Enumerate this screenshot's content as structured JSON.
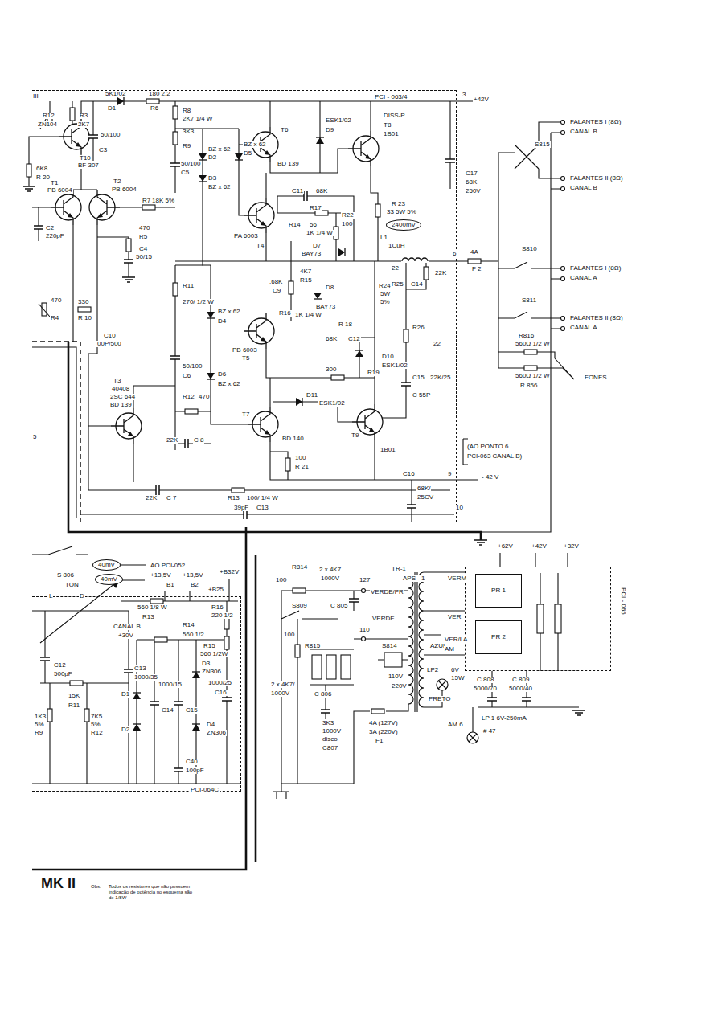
{
  "diagram": {
    "nodes": [
      {
        "text": [
          "PCI - 063/4"
        ]
      },
      {
        "text": [
          "2400mV"
        ],
        "in": 0
      },
      {
        "text": [
          "40mV"
        ]
      },
      {
        "text": [
          "40mV"
        ]
      },
      {
        "text": [
          "PCI-064C"
        ]
      },
      {
        "text": [
          "PCI - 065"
        ]
      },
      {
        "text": [
          "PR 1"
        ],
        "in": 5
      },
      {
        "text": [
          "PR 2"
        ],
        "in": 5
      }
    ],
    "labels": [
      "III",
      "5K1/02",
      "D1",
      "180 2,2",
      "R6",
      "R12",
      "ZN104",
      "R3",
      "2K7",
      "50/100",
      "C3",
      "T10",
      "BF 307",
      "6K8",
      "R 20",
      "T1",
      "PB 6004",
      "T2",
      "PB 6004",
      "C2",
      "220pF",
      "R7",
      "18K 5%",
      "470",
      "R5",
      "C4",
      "50/15",
      "R8",
      "2K7 1/4 W",
      "3K3",
      "R9",
      "BZ x 62",
      "D2",
      "BZ x 62",
      "D5",
      "50/100",
      "C5",
      "D3",
      "BZ x 62",
      "T6",
      "BD 139",
      "ESK1/02",
      "D9",
      "DISS-P",
      "T8",
      "1B01",
      "3",
      "+42V",
      "C11",
      "68K",
      "R17",
      "R 23",
      "33 5W 5%",
      "L1",
      "1CuH",
      "C17",
      "68K",
      "250V",
      "R14",
      "56",
      "1K 1/4 W",
      "R22",
      "100",
      "D7",
      "BAY73",
      "PA 6003",
      "T4",
      "22",
      "R25",
      "C14",
      "22K",
      "4A",
      "F 2",
      "6",
      "4K7",
      "R15",
      ".68K",
      "C9",
      "D8",
      "BAY73",
      "R16",
      "1K 1/4 W",
      "R 18",
      "68K",
      "C12",
      "R24",
      "5W",
      "5%",
      "R26",
      "22",
      "C15",
      "22K/25",
      "C 55P",
      "D10",
      "R11",
      "270/ 1/2 W",
      "BZ x 62",
      "D4",
      "C10",
      "00P/500",
      "PB 6003",
      "T5",
      "50/100",
      "C6",
      "T3",
      "40408",
      "2SC 644",
      "BD 139",
      "R12",
      "470",
      "BZ x 62",
      "D6",
      "300",
      "R19",
      "D11",
      "ESK1/02",
      "ESK1/02",
      "T7",
      "BD 140",
      "T9",
      "1B01",
      "22K",
      "C 8",
      "100",
      "R 21",
      "22K",
      "C 7",
      "R13",
      "100/ 1/4 W",
      "C16",
      "9",
      "- 42 V",
      "39pF",
      "C13",
      "68K/",
      "25CV",
      "10",
      "470",
      "R4",
      "330",
      "R 10",
      "5",
      "FALANTES I (8Ω)",
      "CANAL B",
      "S815",
      "FALANTES II (8Ω)",
      "CANAL B",
      "S810",
      "FALANTES I (8Ω)",
      "CANAL A",
      "S811",
      "FALANTES II (8Ω)",
      "CANAL A",
      "R816",
      "560Ω 1/2 W",
      "FONES",
      "560Ω 1/2 W",
      "R 856",
      "(AO PONTO 6",
      "PCI-063 CANAL B)",
      "S 806",
      "TON",
      "L",
      "D",
      "AO PCI-052",
      "+13,5V",
      "+13,5V",
      "B1",
      "B2",
      "+B32V",
      "+B25",
      "560 1/8 W",
      "R13",
      "R16",
      "220 1/2",
      "CANAL B",
      "+30V",
      "R14",
      "560 1/2",
      "R15",
      "560 1/2W",
      "D3",
      "ZN306",
      "C12",
      "500pF",
      "C13",
      "1000/35",
      "15K",
      "R11",
      "1K3",
      "5%",
      "R9",
      "7K5",
      "5%",
      "R12",
      "D1",
      "C14",
      "1000/15",
      "C15",
      "1000/25",
      "C16",
      "D4",
      "ZN306",
      "D2",
      "C40",
      "100pF",
      "R814",
      "100",
      "2 x 4K7",
      "1000V",
      "C 805",
      "S809",
      "127",
      "VERDE/PR",
      "110",
      "VERDE",
      "TR-1",
      "APS - 1",
      "100",
      "R815",
      "S814",
      "AZUL",
      "110V",
      "220V",
      "PRETO",
      "2 x 4K7/",
      "1000V",
      "C 806",
      "3K3",
      "1000V",
      "disco",
      "C807",
      "4A (127V)",
      "3A (220V)",
      "F1",
      "VERM",
      "VER",
      "VER/LA",
      "AM",
      "LP2",
      "6V",
      "15W",
      "AM 6",
      "LP 1 6V-250mA",
      "# 47",
      "C 808",
      "5000/70",
      "C 809",
      "5000/40",
      "+62V",
      "+42V",
      "+32V",
      "MK II",
      "Obs.",
      "Todos os resistores que não possuem indicação de potência no esquema são de 1/8W"
    ]
  }
}
